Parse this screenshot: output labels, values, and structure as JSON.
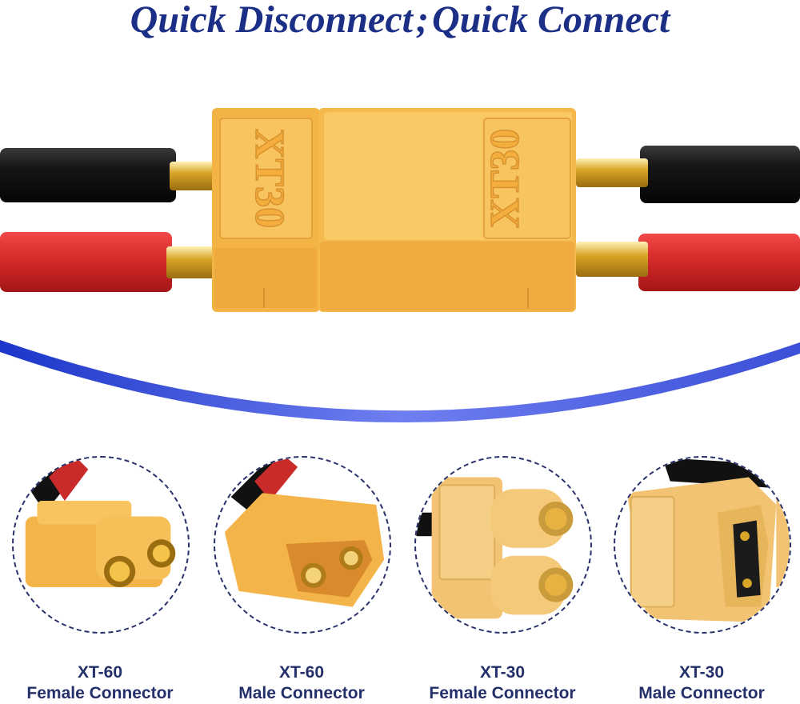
{
  "headline": {
    "part1": "Quick Disconnect",
    "separator": ";",
    "part2": "Quick Connect"
  },
  "hero": {
    "left_plug_text": "XT30",
    "right_plug_text": "XT30",
    "colors": {
      "connector": "#f6b84c",
      "connector_dark": "#e5a23b",
      "wire_black": "#161616",
      "wire_red": "#d62a2a",
      "gold": "#d8a526",
      "arc": "#5f6fe0"
    }
  },
  "connectors": [
    {
      "model": "XT-60",
      "type": "Female Connector",
      "icon": "xt60-female-connector-icon"
    },
    {
      "model": "XT-60",
      "type": "Male Connector",
      "icon": "xt60-male-connector-icon"
    },
    {
      "model": "XT-30",
      "type": "Female Connector",
      "icon": "xt30-female-connector-icon"
    },
    {
      "model": "XT-30",
      "type": "Male Connector",
      "icon": "xt30-male-connector-icon"
    }
  ]
}
